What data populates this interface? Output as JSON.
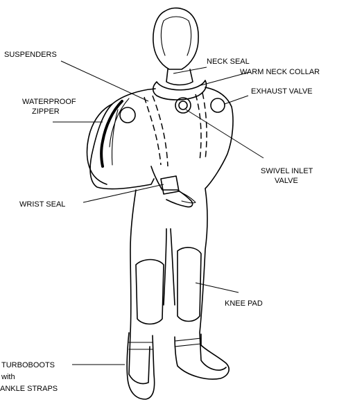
{
  "labels": {
    "suspenders": "SUSPENDERS",
    "neck_seal": "NECK SEAL",
    "warm_neck_collar": "WARM NECK COLLAR",
    "exhaust_valve": "EXHAUST  VALVE",
    "waterproof_zipper": [
      "WATERPROOF",
      "ZIPPER"
    ],
    "swivel_inlet_valve": [
      "SWIVEL INLET",
      "VALVE"
    ],
    "wrist_seal": "WRIST SEAL",
    "knee_pad": "KNEE PAD",
    "turboboots": [
      "TURBOBOOTS",
      "with",
      "ANKLE STRAPS"
    ]
  }
}
